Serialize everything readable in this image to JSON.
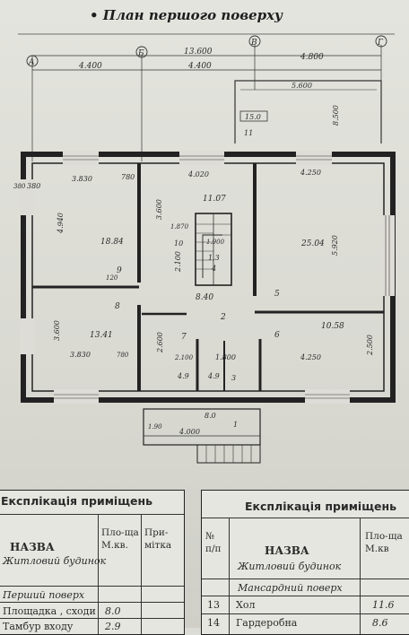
{
  "plan": {
    "title": "• План першого поверху",
    "axes": [
      "A",
      "Б",
      "В",
      "Г"
    ],
    "dims_top": [
      "13.600",
      "4.400",
      "4.400",
      "4.800"
    ],
    "dims": [
      "380",
      "3.830",
      "780",
      "4.020",
      "4.250",
      "5.600",
      "8.500",
      "15.0",
      "4.940",
      "3.600",
      "1.870",
      "1.900",
      "5.920",
      "2.100",
      "2.600",
      "3.600",
      "780",
      "3.830",
      "2.100",
      "1.800",
      "4.250",
      "2.500",
      "1.90",
      "4.000",
      "120",
      "380"
    ],
    "rooms": [
      {
        "num": "9",
        "area": "18.84"
      },
      {
        "num": "8",
        "area": "13.41"
      },
      {
        "num": "10",
        "area": "11.07"
      },
      {
        "num": "2",
        "area": "8.40"
      },
      {
        "num": "4",
        "area": "1.3"
      },
      {
        "num": "5",
        "area": "25.04"
      },
      {
        "num": "6",
        "area": "10.58"
      },
      {
        "num": "7",
        "area": "4.9"
      },
      {
        "num": "3",
        "area": "4.9"
      },
      {
        "num": "1",
        "area": "8.0"
      },
      {
        "num": "11",
        "area": "15.0"
      }
    ]
  },
  "table_left": {
    "title": "Експлікація приміщень",
    "col_name": "НАЗВА",
    "col_sub": "Житловий будинок",
    "col_area": "Пло-ща М.кв.",
    "col_note": "При-мітка",
    "section": "Перший поверх",
    "rows": [
      {
        "name": "Площадка , сходи",
        "area": "8.0"
      },
      {
        "name": "Тамбур входу",
        "area": "2.9"
      }
    ]
  },
  "table_right": {
    "title": "Експлікація приміщень",
    "col_num": "№ п/п",
    "col_name": "НАЗВА",
    "col_sub": "Житловий будинок",
    "col_area": "Пло-ща М.кв",
    "section": "Мансардний поверх",
    "rows": [
      {
        "num": "13",
        "name": "Хол",
        "area": "11.6"
      },
      {
        "num": "14",
        "name": "Гардеробна",
        "area": "8.6"
      }
    ]
  }
}
